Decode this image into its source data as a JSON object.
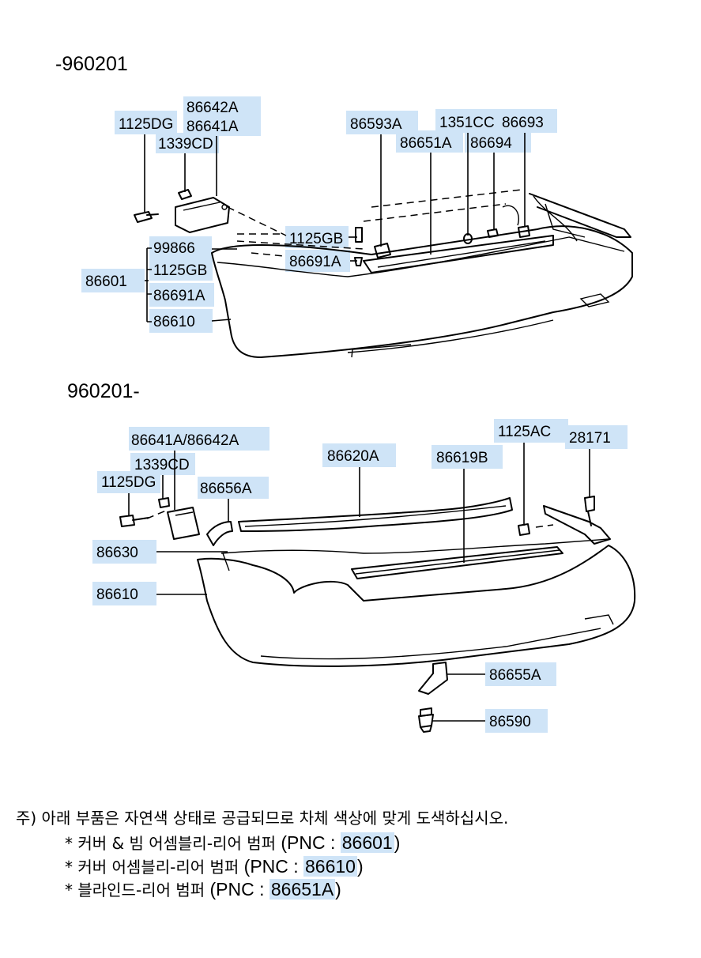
{
  "sections": {
    "before_label": "-960201",
    "after_label": "960201-"
  },
  "upper_labels": {
    "p1125DG": "1125DG",
    "p86642A": "86642A",
    "p86641A": "86641A",
    "p1339CD": "1339CD",
    "p86593A": "86593A",
    "p1351CC": "1351CC",
    "p86693": "86693",
    "p86651A": "86651A",
    "p86694": "86694",
    "p1125GB_a": "1125GB",
    "p86691A_a": "86691A",
    "p99866": "99866",
    "p1125GB_b": "1125GB",
    "p86601": "86601",
    "p86691A_b": "86691A",
    "p86610": "86610"
  },
  "lower_labels": {
    "p86641A_86642A": "86641A/86642A",
    "p1339CD": "1339CD",
    "p1125DG": "1125DG",
    "p86656A": "86656A",
    "p86620A": "86620A",
    "p86619B": "86619B",
    "p1125AC": "1125AC",
    "p28171": "28171",
    "p86630": "86630",
    "p86610": "86610",
    "p86655A": "86655A",
    "p86590": "86590"
  },
  "notes": {
    "intro": "주) 아래 부품은 자연색 상태로 공급되므로 차체 색상에 맞게 도색하십시오.",
    "items": [
      {
        "bullet": "*",
        "text": "커버 & 빔 어셈블리-리어 범퍼",
        "pnc_prefix": "(PNC :",
        "pnc": "86601",
        "close": ")"
      },
      {
        "bullet": "*",
        "text": "커버 어셈블리-리어 범퍼",
        "pnc_prefix": "(PNC :",
        "pnc": "86610",
        "close": ")"
      },
      {
        "bullet": "*",
        "text": "블라인드-리어 범퍼",
        "pnc_prefix": "(PNC :",
        "pnc": "86651A",
        "close": ")"
      }
    ]
  }
}
